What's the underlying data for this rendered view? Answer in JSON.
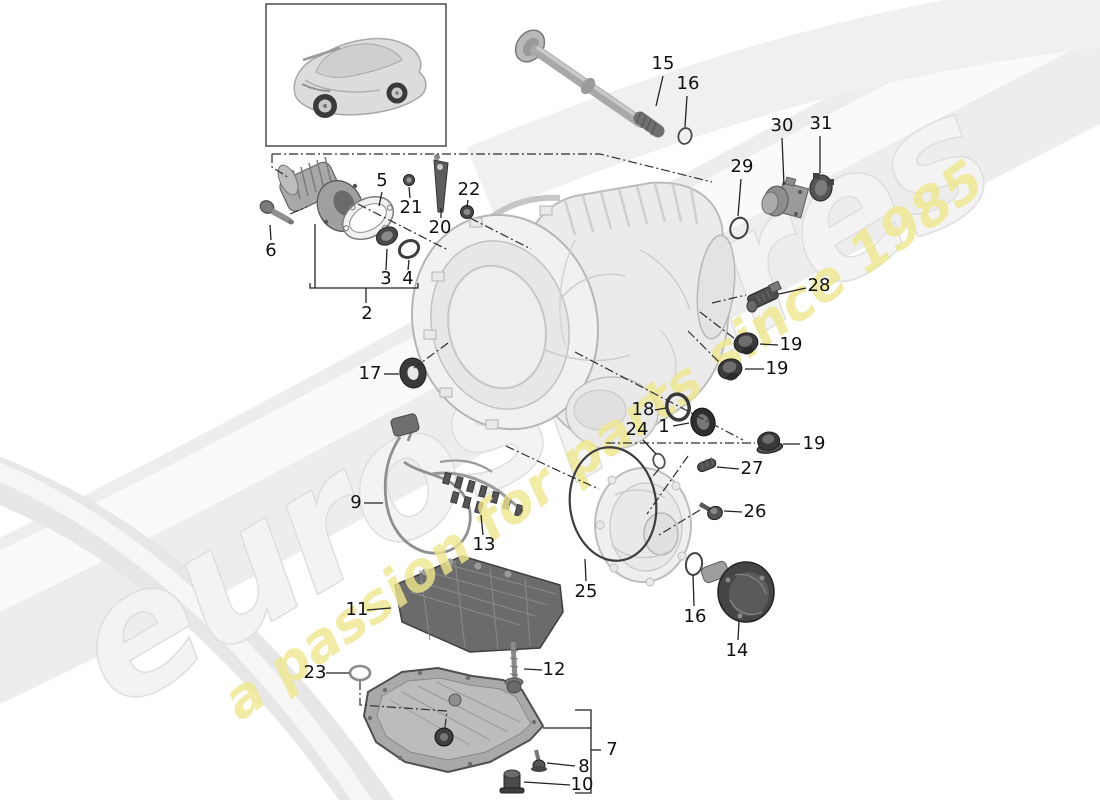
{
  "watermark": {
    "brand_text": "eurospares",
    "tagline_text": "a passion for parts since 1985",
    "brand_color": "#f3f3f3",
    "tagline_color": "#efe78f"
  },
  "vehicle_box": {
    "icon": "porsche-911-rear-three-quarter-icon"
  },
  "style": {
    "background": "#ffffff",
    "label_color": "#111111",
    "leader_color": "#222222",
    "housing_color": "#eeeeee",
    "dark_part_color": "#3f3f3f",
    "swoosh_color": "#ededed"
  },
  "callouts": [
    {
      "label": "15"
    },
    {
      "label": "16"
    },
    {
      "label": "29"
    },
    {
      "label": "30"
    },
    {
      "label": "31"
    },
    {
      "label": "6"
    },
    {
      "label": "5"
    },
    {
      "label": "21"
    },
    {
      "label": "20"
    },
    {
      "label": "22"
    },
    {
      "label": "2"
    },
    {
      "label": "3"
    },
    {
      "label": "4"
    },
    {
      "label": "17"
    },
    {
      "label": "28"
    },
    {
      "label": "19"
    },
    {
      "label": "19"
    },
    {
      "label": "18"
    },
    {
      "label": "1"
    },
    {
      "label": "24"
    },
    {
      "label": "19"
    },
    {
      "label": "27"
    },
    {
      "label": "26"
    },
    {
      "label": "9"
    },
    {
      "label": "13"
    },
    {
      "label": "11"
    },
    {
      "label": "25"
    },
    {
      "label": "16"
    },
    {
      "label": "14"
    },
    {
      "label": "23"
    },
    {
      "label": "12"
    },
    {
      "label": "7"
    },
    {
      "label": "8"
    },
    {
      "label": "10"
    }
  ]
}
